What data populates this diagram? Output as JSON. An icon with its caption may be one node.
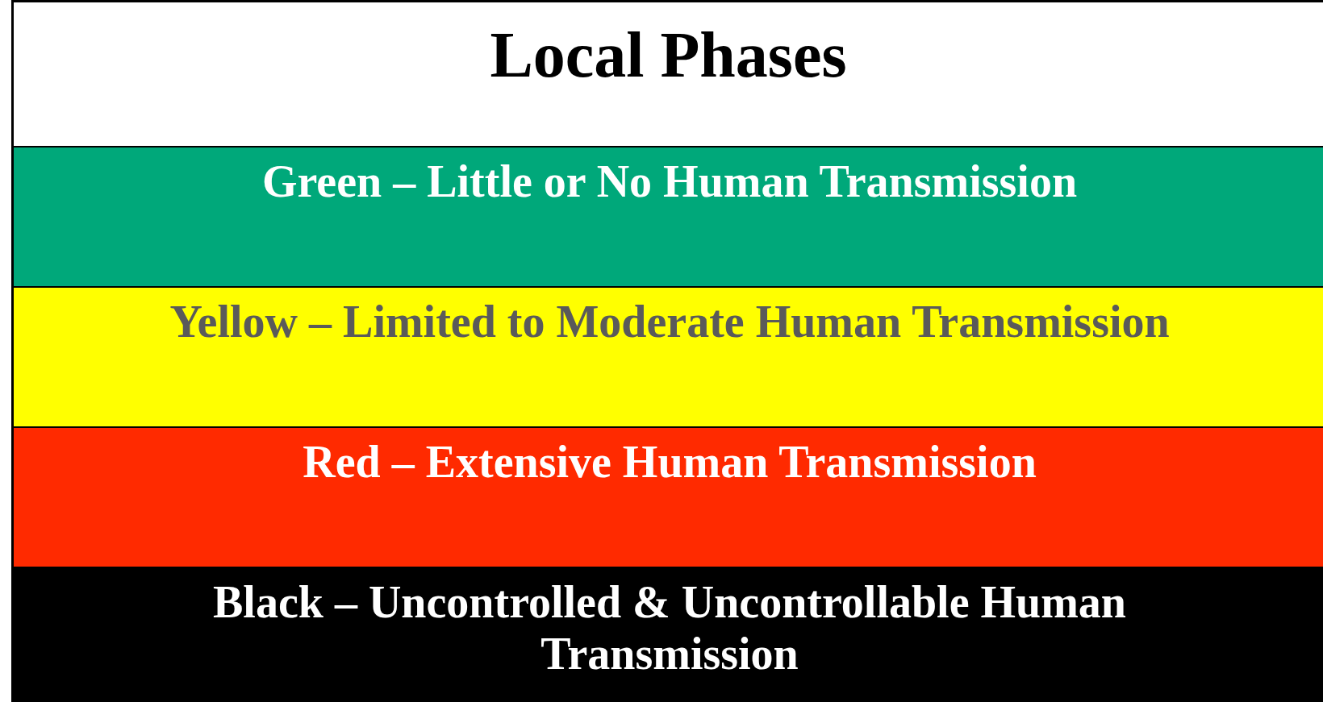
{
  "diagram": {
    "title": "Local Phases",
    "nodes": [
      {
        "text": [
          "Green – Little or No Human Transmission"
        ]
      },
      {
        "text": [
          "Yellow – Limited to Moderate Human Transmission"
        ]
      },
      {
        "text": [
          "Red – Extensive Human Transmission"
        ]
      },
      {
        "text": [
          "Black – Uncontrolled & Uncontrollable Human Transmission"
        ]
      }
    ],
    "edges": []
  }
}
